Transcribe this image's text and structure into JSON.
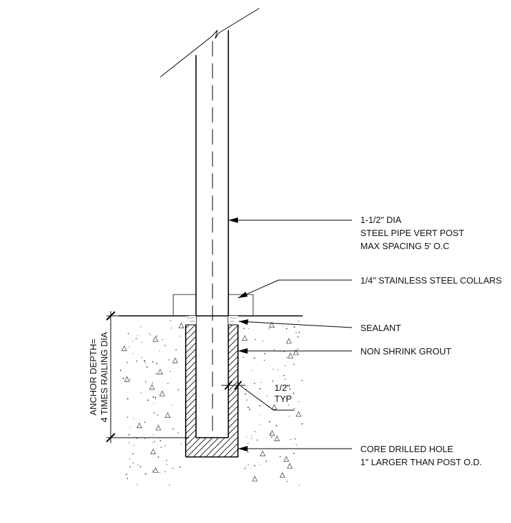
{
  "labels": {
    "post_line1": "1-1/2\" DIA",
    "post_line2": "STEEL PIPE VERT POST",
    "post_line3": "MAX SPACING 5' O.C",
    "collars": "1/4\" STAINLESS STEEL COLLARS",
    "sealant": "SEALANT",
    "grout": "NON SHRINK GROUT",
    "gap_value": "1/2\"",
    "gap_typ": "TYP",
    "hole_line1": "CORE DRILLED HOLE",
    "hole_line2": "1\" LARGER THAN POST O.D.",
    "anchor_line1": "ANCHOR DEPTH=",
    "anchor_line2": "4 TIMES RAILING DIA"
  },
  "icons": {
    "arrowhead": "filled-arrow-icon",
    "break": "break-line-icon"
  }
}
